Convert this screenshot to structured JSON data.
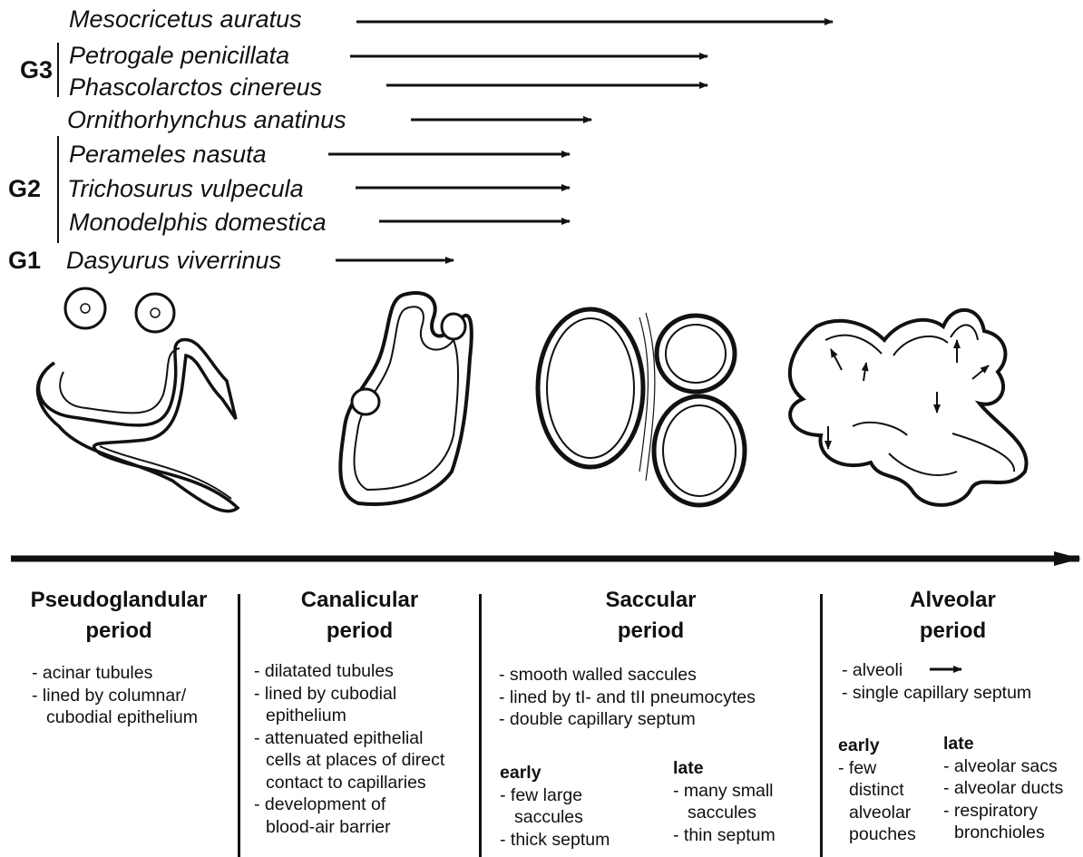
{
  "species": [
    {
      "name": "Mesocricetus auratus"
    },
    {
      "name": "Petrogale penicillata"
    },
    {
      "name": "Phascolarctos cinereus"
    },
    {
      "name": "Ornithorhynchus anatinus"
    },
    {
      "name": "Perameles nasuta"
    },
    {
      "name": "Trichosurus vulpecula"
    },
    {
      "name": "Monodelphis domestica"
    },
    {
      "name": "Dasyurus viverrinus"
    }
  ],
  "groups": {
    "g3": "G3",
    "g2": "G2",
    "g1": "G1"
  },
  "periods": [
    {
      "title_line1": "Pseudoglandular",
      "title_line2": "period",
      "items": [
        "- acinar tubules",
        "- lined by columnar/",
        "  cubodial epithelium"
      ]
    },
    {
      "title_line1": "Canalicular",
      "title_line2": "period",
      "items": [
        "- dilatated tubules",
        "- lined by cubodial",
        "  epithelium",
        "- attenuated epithelial",
        "  cells at places of direct",
        "  contact to capillaries",
        "- development of",
        "  blood-air barrier"
      ]
    },
    {
      "title_line1": "Saccular",
      "title_line2": "period",
      "items": [
        "- smooth walled saccules",
        "- lined by tI- and tII pneumocytes",
        "- double capillary septum"
      ],
      "early": {
        "label": "early",
        "items": [
          "- few large",
          "  saccules",
          "- thick septum"
        ]
      },
      "late": {
        "label": "late",
        "items": [
          "- many small",
          "  saccules",
          "- thin septum"
        ]
      }
    },
    {
      "title_line1": "Alveolar",
      "title_line2": "period",
      "items": [
        "- alveoli",
        "- single capillary septum"
      ],
      "early": {
        "label": "early",
        "items": [
          "- few",
          "  distinct",
          "  alveolar",
          "  pouches"
        ]
      },
      "late": {
        "label": "late",
        "items": [
          "- alveolar sacs",
          "- alveolar ducts",
          "- respiratory",
          "  bronchioles"
        ]
      }
    }
  ]
}
